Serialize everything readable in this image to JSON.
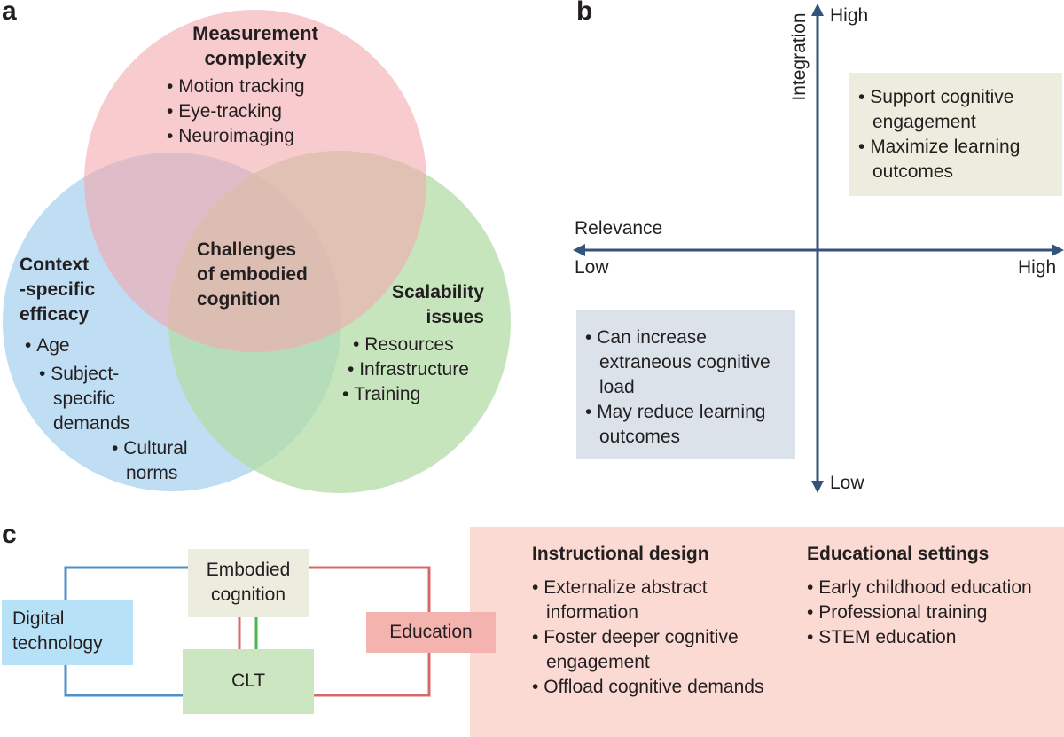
{
  "panel_a": {
    "letter": "a",
    "top_title": "Measurement complexity",
    "top_items": [
      "Motion tracking",
      "Eye-tracking",
      "Neuroimaging"
    ],
    "left_title_lines": [
      "Context",
      "-specific",
      "efficacy"
    ],
    "left_items": [
      "Age",
      "Subject-specific demands",
      "Cultural norms"
    ],
    "right_title_lines": [
      "Scalability",
      "issues"
    ],
    "right_items": [
      "Resources",
      "Infrastructure",
      "Training"
    ],
    "center_title_lines": [
      "Challenges",
      "of embodied",
      "cognition"
    ],
    "colors": {
      "top": "#f3a9ad",
      "left": "#a9d2ef",
      "right": "#b3dca6"
    }
  },
  "panel_b": {
    "letter": "b",
    "y_axis_label": "Integration",
    "y_high": "High",
    "y_low": "Low",
    "x_axis_label": "Relevance",
    "x_low": "Low",
    "x_high": "High",
    "top_right_items": [
      "Support cognitive engagement",
      "Maximize learning outcomes"
    ],
    "bottom_left_items": [
      "Can increase extraneous cognitive load",
      "May reduce learning outcomes"
    ],
    "colors": {
      "axis": "#34527a",
      "top_right_box": "#ecedde",
      "bottom_left_box": "#dbe2ea"
    }
  },
  "panel_c": {
    "letter": "c",
    "node_digital": "Digital technology",
    "node_embodied": "Embodied cognition",
    "node_clt": "CLT",
    "node_education": "Education",
    "col1_title": "Instructional design",
    "col1_items": [
      "Externalize abstract information",
      "Foster deeper cognitive engagement",
      "Offload cognitive demands"
    ],
    "col2_title": "Educational settings",
    "col2_items": [
      "Early childhood education",
      "Professional training",
      "STEM education"
    ],
    "colors": {
      "blue_line": "#4f90c8",
      "red_line": "#d9686b",
      "green_line": "#4db34d",
      "digital_box": "#b6e1f6",
      "embodied_box": "#ededdf",
      "clt_box": "#cce6c1",
      "education_box": "#f4b3ae",
      "panel_bg": "#fbdad4"
    }
  }
}
